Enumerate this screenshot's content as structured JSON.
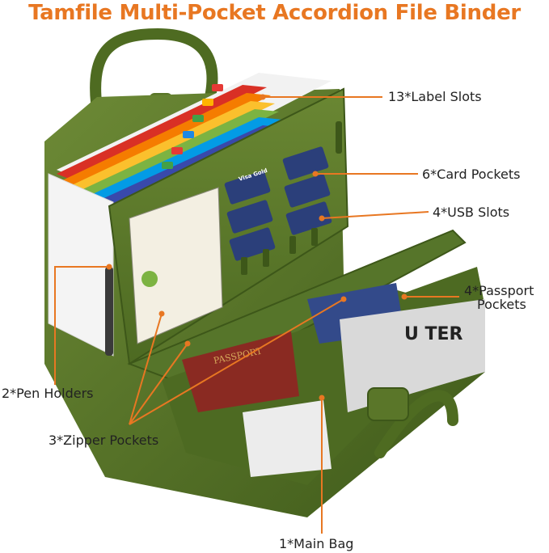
{
  "title": "Tamfile Multi-Pocket Accordion File Binder",
  "colors": {
    "accent": "#e87722",
    "binder_green": "#5d7a2c",
    "binder_dark": "#3f5a1a"
  },
  "callouts": {
    "label_slots": "13*Label Slots",
    "card_pockets": "6*Card Pockets",
    "usb_slots": "4*USB Slots",
    "passport_pockets_line1": "4*Passport",
    "passport_pockets_line2": "Pockets",
    "pen_holders": "2*Pen Holders",
    "zipper_pockets": "3*Zipper Pockets",
    "main_bag": "1*Main Bag"
  },
  "product_text": {
    "passport": "PASSPORT",
    "card_brand": "VISA",
    "card_name": "Visa Gold",
    "magazine": "U TER"
  }
}
